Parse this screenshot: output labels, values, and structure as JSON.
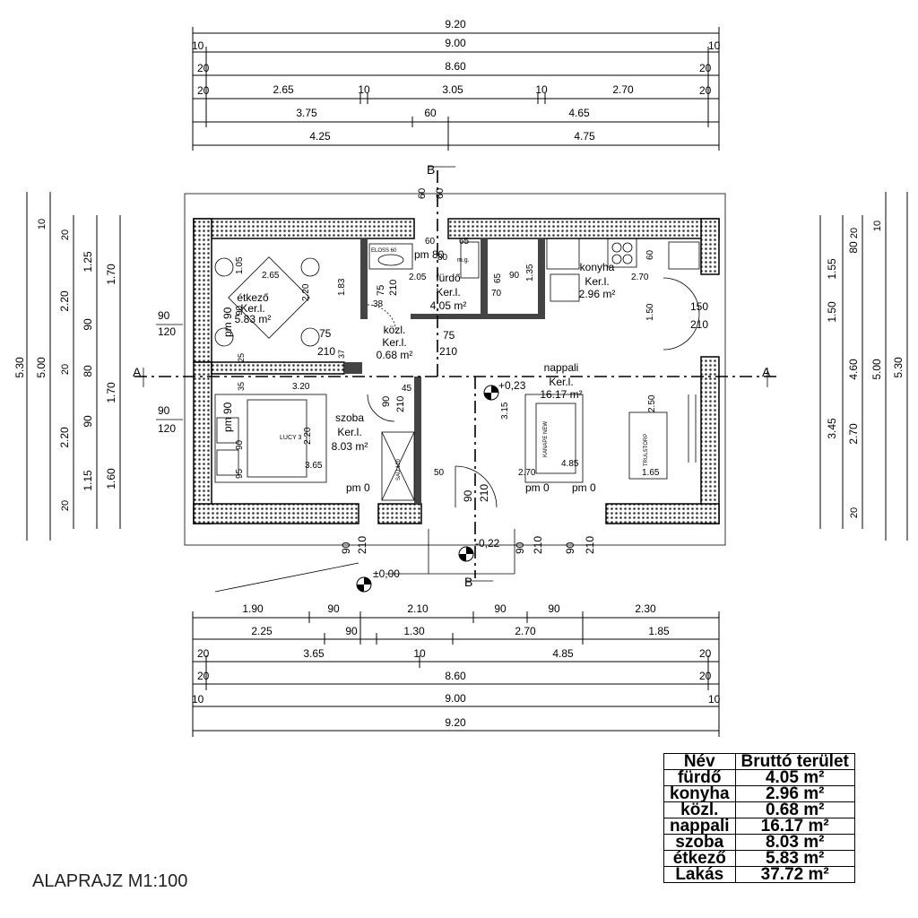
{
  "dims_top": {
    "row1": [
      "9.20"
    ],
    "row2": [
      "10",
      "9.00",
      "10"
    ],
    "row3": [
      "20",
      "8.60",
      "20"
    ],
    "row4": [
      "20",
      "2.65",
      "10",
      "3.05",
      "10",
      "2.70",
      "20"
    ],
    "row5": [
      "3.75",
      "60",
      "4.65"
    ],
    "row6": [
      "4.25",
      "4.75"
    ]
  },
  "dims_bottom": {
    "row1": [
      "1.90",
      "90",
      "2.10",
      "90",
      "90",
      "2.30"
    ],
    "row2": [
      "2.25",
      "90",
      "1.30",
      "2.70",
      "1.85"
    ],
    "row3": [
      "20",
      "3.65",
      "10",
      "4.85",
      "20"
    ],
    "row4": [
      "20",
      "8.60",
      "20"
    ],
    "row5": [
      "10",
      "9.00",
      "10"
    ],
    "row6": [
      "9.20"
    ]
  },
  "dims_left": {
    "col1": [
      "5.30"
    ],
    "col2": [
      "10",
      "5.00"
    ],
    "col3": [
      "20",
      "2.20",
      "20",
      "2.20",
      "20"
    ],
    "col4": [
      "1.25",
      "90",
      "80",
      "90",
      "1.15"
    ],
    "col5": [
      "1.70",
      "1.70",
      "1.60"
    ]
  },
  "dims_right": {
    "col1": [
      "1.55",
      "1.50",
      "3.45"
    ],
    "col2": [
      "80",
      "4.60",
      "2.70"
    ],
    "col3": [
      "20",
      "20"
    ],
    "col4": [
      "10",
      "5.00"
    ],
    "col5": [
      "5.30"
    ]
  },
  "section_markers": {
    "a_left": "A",
    "a_right": "A",
    "b_top": "B",
    "b_bottom": "B"
  },
  "rooms": {
    "etkezo": {
      "name": "étkező",
      "type": "Ker.l.",
      "area": "5.83 m²"
    },
    "furdo": {
      "name": "fürdő",
      "type": "Ker.l.",
      "area": "4.05 m²"
    },
    "konyha": {
      "name": "konyha",
      "type": "Ker.l.",
      "area": "2.96 m²"
    },
    "kozl": {
      "name": "közl.",
      "type": "Ker.l.",
      "area": "0.68 m²"
    },
    "nappali": {
      "name": "nappali",
      "type": "Ker.l.",
      "area": "16.17 m²"
    },
    "szoba": {
      "name": "szoba",
      "type": "Ker.l.",
      "area": "8.03 m²"
    }
  },
  "levels": {
    "pm90_a": "pm 90",
    "pm90_b": "pm 90",
    "pm80": "pm 80",
    "pm0_szoba": "pm 0",
    "pm0_n1": "pm 0",
    "pm0_n2": "pm 0",
    "elev_top": "+0,23",
    "elev_mid": "-0,22",
    "elev_zero": "±0,00"
  },
  "window_labels": {
    "w1a": "90",
    "w1b": "120",
    "w2a": "90",
    "w2b": "120"
  },
  "inner_labels": [
    "2.65",
    "1.05",
    "2.20",
    "90",
    "1.83",
    "75",
    "210",
    "38",
    "75",
    "210",
    "37",
    "25",
    "35",
    "3.20",
    "90",
    "210",
    "45",
    "2.20",
    "3.65",
    "95",
    "90",
    "50",
    "80",
    "60",
    "65",
    "2.05",
    "65",
    "90",
    "1.35",
    "70",
    "2.70",
    "60",
    "150",
    "210",
    "1.50",
    "75",
    "210",
    "3.15",
    "2.50",
    "2.70",
    "4.85",
    "1.65",
    "60",
    "60"
  ],
  "furniture": {
    "bath_tub": "ELOSS 60",
    "mg": "m.g.",
    "bed": "LUCY 3",
    "wardrobe": "SAU 120",
    "sofa": "KANAPE NEW",
    "tv": "TRULSTORP"
  },
  "door_labels": [
    "90",
    "210",
    "90",
    "210",
    "90",
    "210",
    "90",
    "210"
  ],
  "drawing_title": "ALAPRAJZ M1:100",
  "area_table": {
    "header": [
      "Név",
      "Bruttó terület"
    ],
    "rows": [
      [
        "fürdő",
        "4.05 m²"
      ],
      [
        "konyha",
        "2.96 m²"
      ],
      [
        "közl.",
        "0.68 m²"
      ],
      [
        "nappali",
        "16.17 m²"
      ],
      [
        "szoba",
        "8.03 m²"
      ],
      [
        "étkező",
        "5.83 m²"
      ],
      [
        "Lakás",
        "37.72 m²"
      ]
    ]
  }
}
